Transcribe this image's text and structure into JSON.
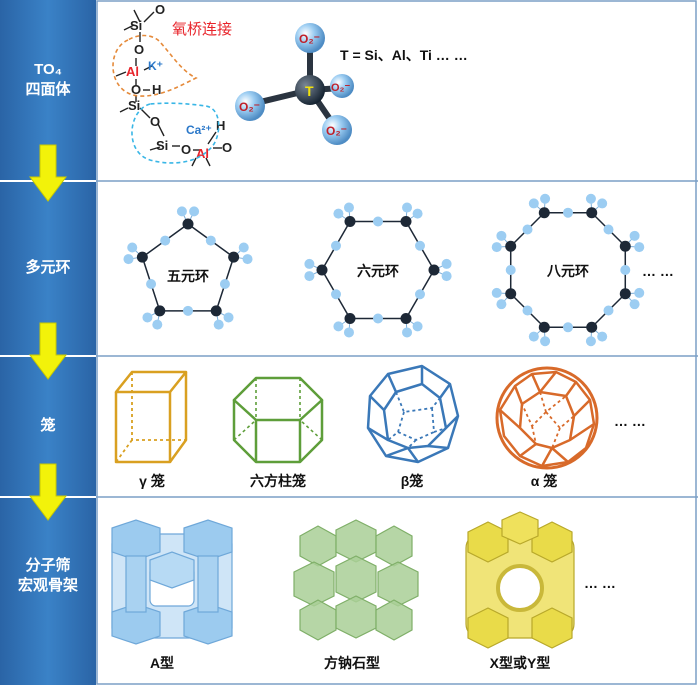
{
  "rows": [
    {
      "label": "TO₄\n四面体"
    },
    {
      "label": "多元环"
    },
    {
      "label": "笼"
    },
    {
      "label": "分子筛\n宏观骨架"
    }
  ],
  "tetra": {
    "bridge_caption": "氧桥连接",
    "k_ion": "K⁺",
    "ca_ion": "Ca²⁺",
    "element_si": "Si",
    "element_al": "Al",
    "element_o": "O",
    "element_h": "H",
    "center_atom": "T",
    "oxygen_label": "O₂⁻",
    "formula": "T = Si、Al、Ti … …"
  },
  "rings": {
    "five": "五元环",
    "six": "六元环",
    "eight": "八元环",
    "ellipsis": "… …"
  },
  "cages": {
    "gamma": "γ 笼",
    "hexprism": "六方柱笼",
    "beta": "β笼",
    "alpha": "α 笼",
    "ellipsis": "… …"
  },
  "frameworks": {
    "a": "A型",
    "sodalite": "方钠石型",
    "xy": "X型或Y型",
    "ellipsis": "… …"
  },
  "colors": {
    "sidebar": "#2F6FB3",
    "arrow": "#F2F20A",
    "sphere": "#9CCDF2",
    "ring_node": "#1D2836",
    "al": "#E8242B",
    "k": "#2B78C9",
    "bridge_orange": "#E58A3A",
    "bridge_cyan": "#39B6E6",
    "cage_gamma": "#D9A021",
    "cage_hexprism": "#5E9E3A",
    "cage_beta": "#3A78B8",
    "cage_alpha": "#D86A2A",
    "fw_a": "#9CCBEF",
    "fw_sodalite": "#A9CF96",
    "fw_xy": "#E9DB49"
  }
}
